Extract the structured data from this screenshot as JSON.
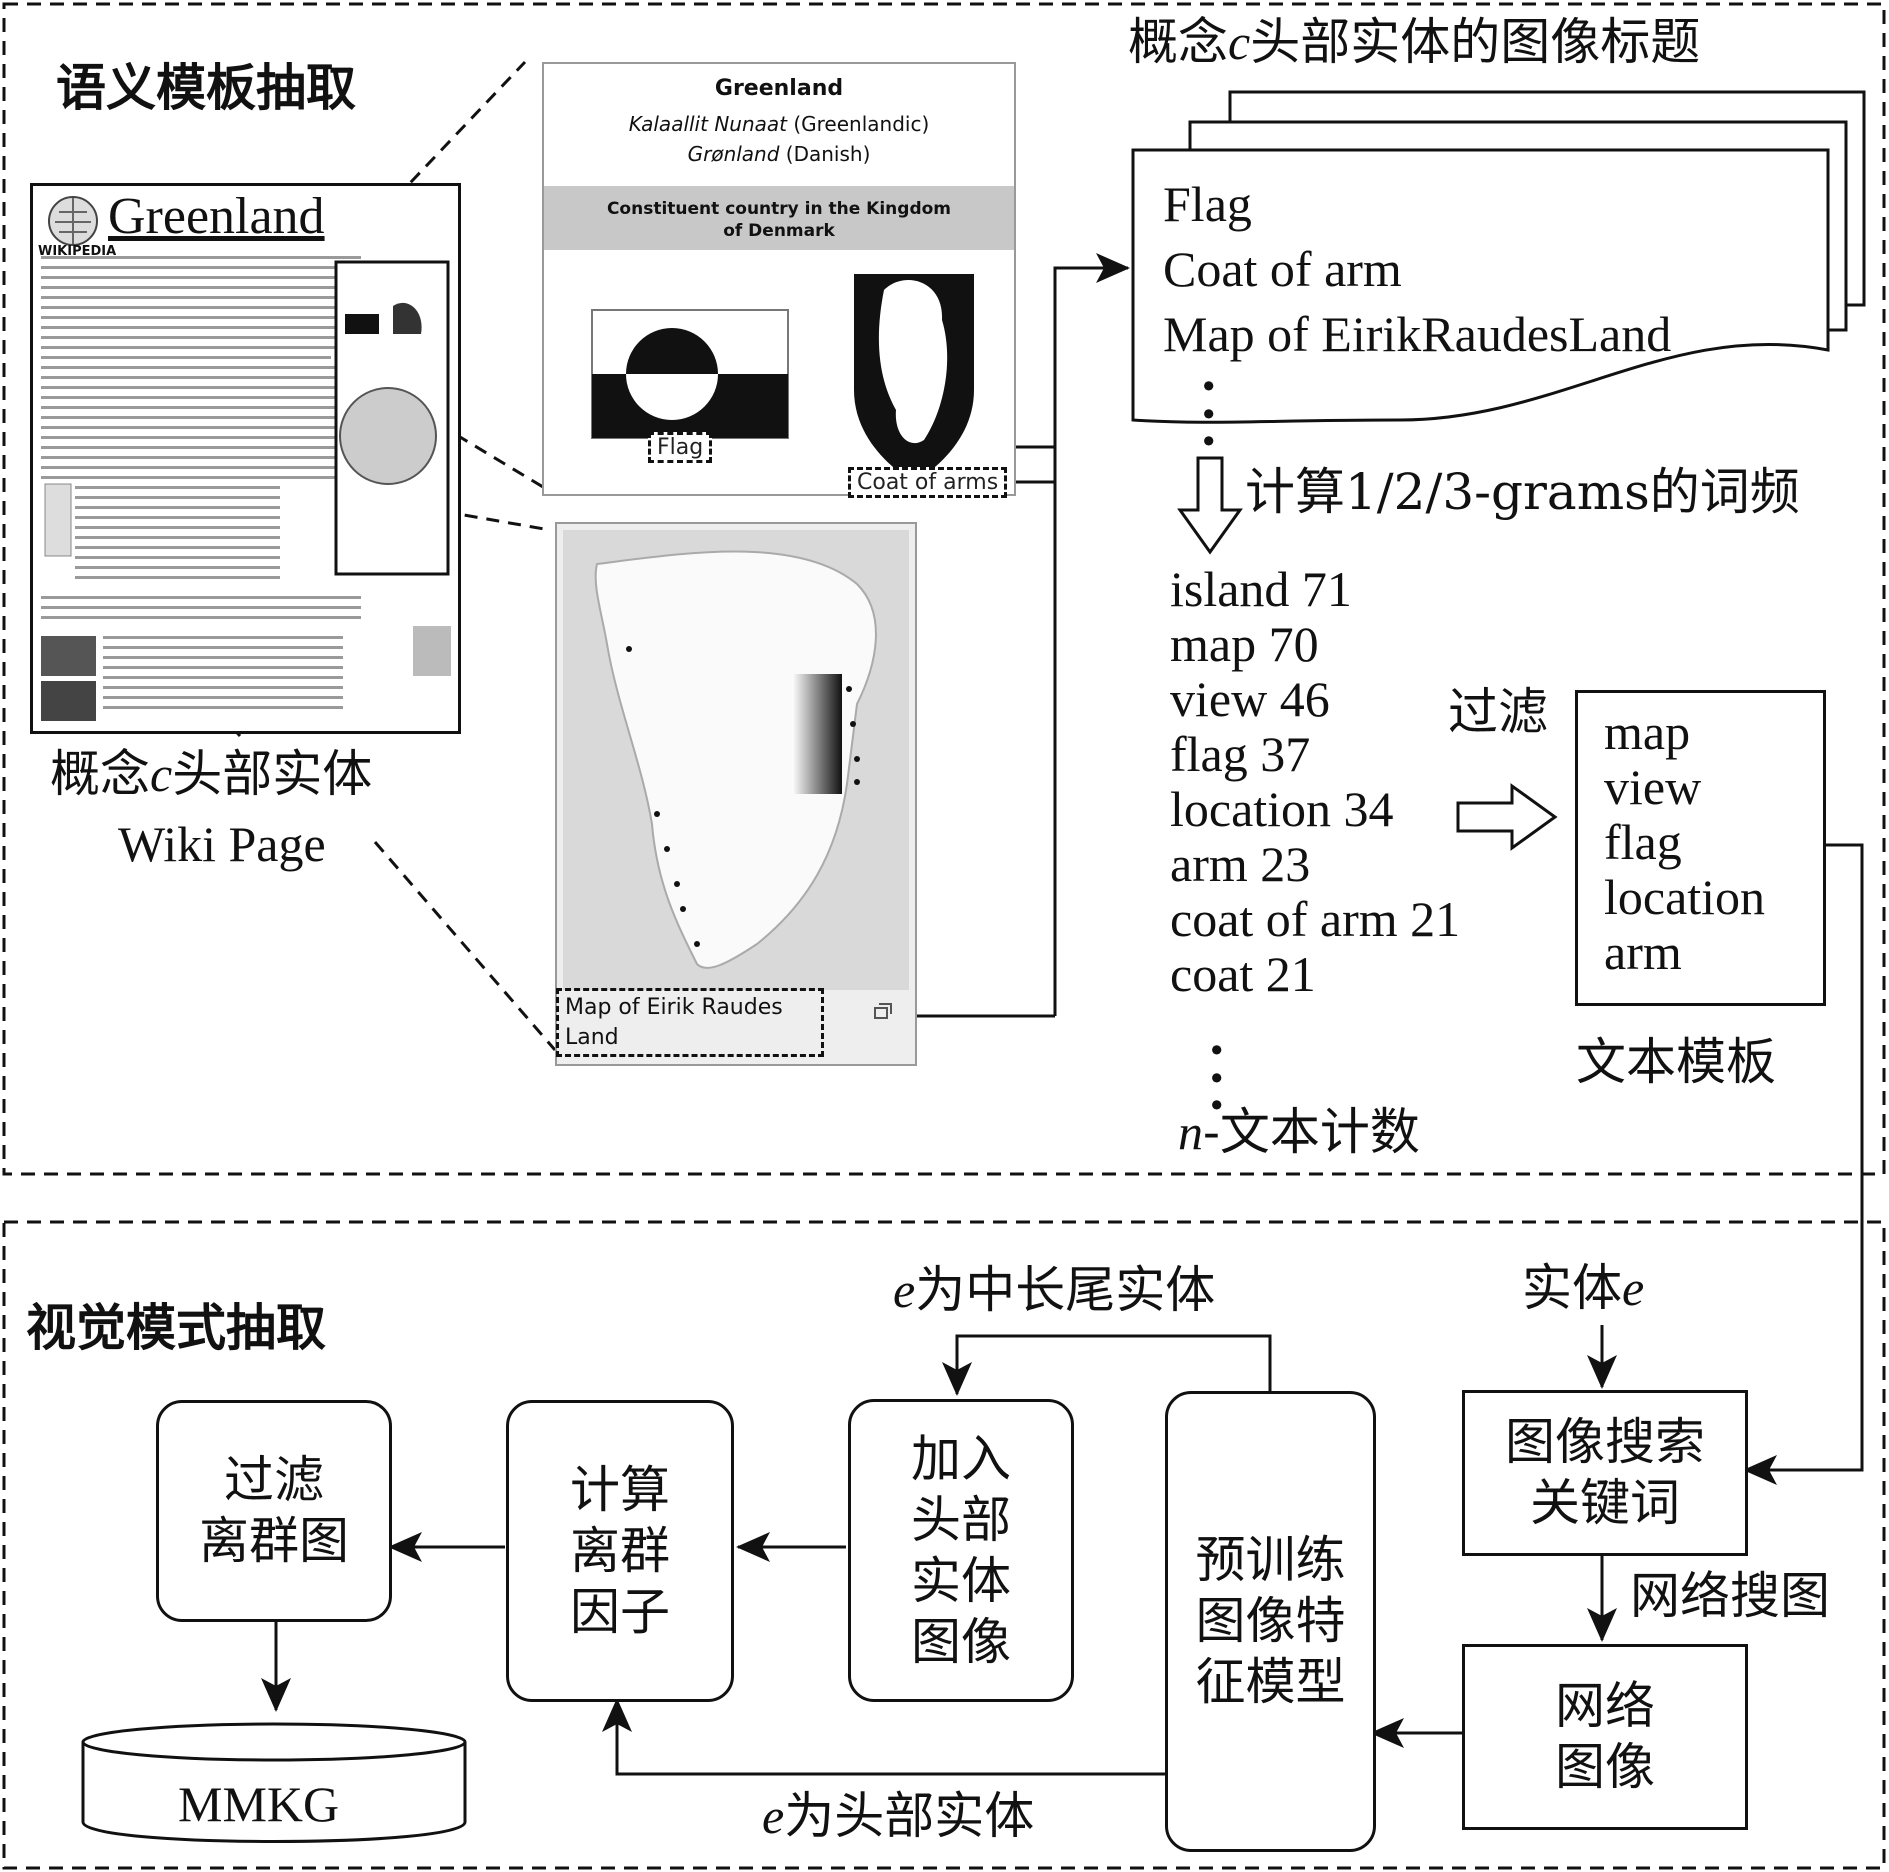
{
  "top": {
    "section_title": "语义模板抽取",
    "wiki": {
      "title": "Greenland",
      "logo_text": "WIKIPEDIA",
      "caption_line1_a": "概念",
      "caption_var": "c",
      "caption_line1_b": "头部实体",
      "caption_line2": "Wiki Page"
    },
    "infobox": {
      "title": "Greenland",
      "native_name_1": "Kalaallit Nunaat",
      "native_lang_1": "(Greenlandic)",
      "native_name_2": "Grønland",
      "native_lang_2": "(Danish)",
      "band": "Constituent country in the Kingdom of Denmark",
      "flag_tag": "Flag",
      "coat_tag": "Coat of arms"
    },
    "map_caption": "Map of Eirik Raudes Land",
    "captions_doc": {
      "title_a": "概念",
      "title_var": "c",
      "title_b": "头部实体的图像标题",
      "lines": [
        "Flag",
        "Coat of arm",
        "Map of EirikRaudesLand"
      ]
    },
    "compute_label": "计算1/2/3-grams的词频",
    "frequencies": [
      "island 71",
      "map 70",
      "view 46",
      "flag 37",
      "location 34",
      "arm 23",
      "coat of arm 21",
      "coat 21"
    ],
    "count_var": "n",
    "count_label": "-文本计数",
    "filter_label": "过滤",
    "template_items": [
      "map",
      "view",
      "flag",
      "location",
      "arm"
    ],
    "template_label": "文本模板"
  },
  "bottom": {
    "section_title": "视觉模式抽取",
    "entity_var": "e",
    "entity_label": "实体",
    "search_keywords": [
      "图像搜索",
      "关键词"
    ],
    "web_search_label": "网络搜图",
    "web_images": [
      "网络",
      "图像"
    ],
    "pretrained_model": [
      "预训练",
      "图像特",
      "征模型"
    ],
    "mid_tail_label": "为中长尾实体",
    "head_label": "为头部实体",
    "add_head_images": [
      "加入",
      "头部",
      "实体",
      "图像"
    ],
    "compute_outlier": [
      "计算",
      "离群",
      "因子"
    ],
    "filter_outlier": [
      "过滤",
      "离群图"
    ],
    "database": "MMKG"
  }
}
